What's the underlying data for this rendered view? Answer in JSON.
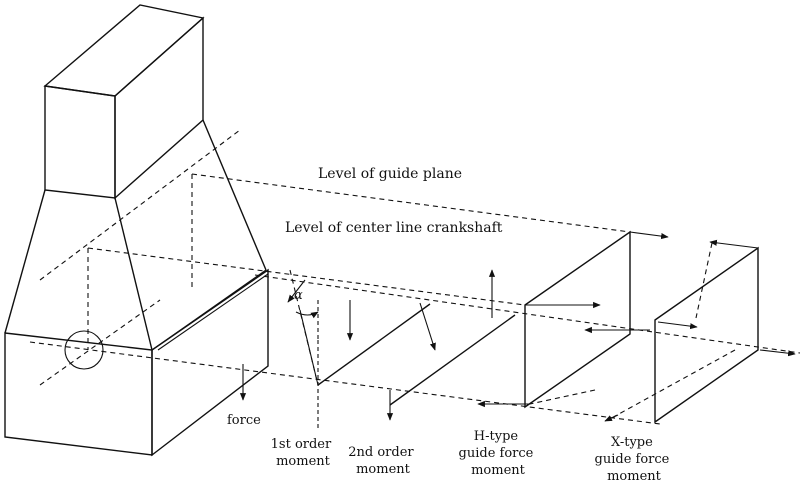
{
  "labels": {
    "guide_plane": "Level of guide plane",
    "center_line": "Level of center line crankshaft",
    "alpha": "α",
    "force": "force",
    "first_order": [
      "1st order",
      "moment"
    ],
    "second_order": [
      "2nd order",
      "moment"
    ],
    "h_type": [
      "H-type",
      "guide force",
      "moment"
    ],
    "x_type": [
      "X-type",
      "guide force",
      "moment"
    ]
  },
  "colors": {
    "ink": "#111111",
    "background": "#ffffff"
  }
}
